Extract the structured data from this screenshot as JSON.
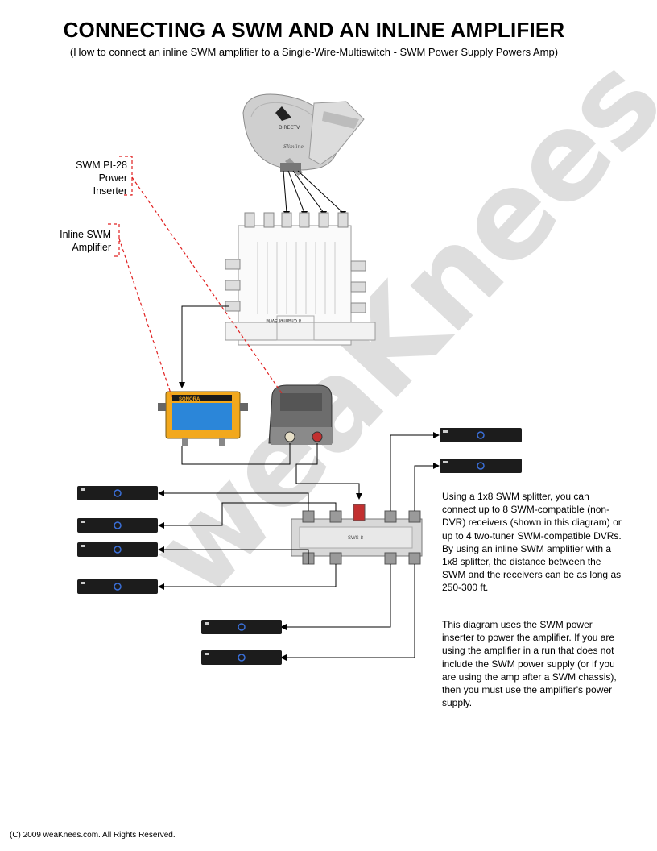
{
  "title": "CONNECTING A SWM AND AN INLINE AMPLIFIER",
  "subtitle": "(How to connect an inline SWM amplifier to a Single-Wire-Multiswitch - SWM Power Supply Powers Amp)",
  "labels": {
    "power_inserter": [
      "SWM PI-28",
      "Power",
      "Inserter"
    ],
    "inline_amp": [
      "Inline SWM",
      "Amplifier"
    ]
  },
  "devices": {
    "dish_brand": "DIRECTV",
    "dish_model": "Slimline",
    "amp_brand": "SONORA",
    "swm_label": "8 Channel SWM",
    "splitter_label": "SWS-8"
  },
  "notes": [
    "Using a 1x8 SWM splitter, you can connect up to 8 SWM-compatible (non-DVR) receivers (shown in this diagram) or up to 4 two-tuner SWM-compatible DVRs. By using an inline SWM amplifier with a 1x8 splitter, the distance between the SWM and the receivers can be as long as 250-300 ft.",
    "This diagram uses the SWM power inserter to power the amplifier. If you are using the amplifier in a run that does not include the SWM power supply (or if you are using the amp after a SWM chassis), then you must use the amplifier's power supply."
  ],
  "watermark": "weaKnees.com",
  "footer": "(C) 2009 weaKnees.com. All Rights Reserved.",
  "colors": {
    "leader_line": "#e02020",
    "cable": "#000000",
    "receiver": "#1c1c1c",
    "receiver_accent": "#3a6fd8",
    "amp_body": "#f2a81d"
  }
}
